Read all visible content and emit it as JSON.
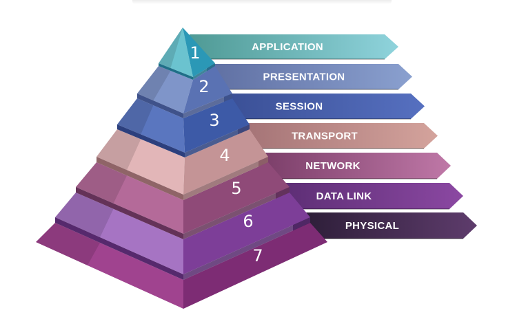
{
  "diagram": {
    "layers": [
      {
        "number": "1",
        "label": "APPLICATION",
        "colors": {
          "light": "#6bc3cf",
          "mid": "#2b98b6",
          "dark": "#1f6f88",
          "banner_from": "#4f9a95",
          "banner_to": "#8fd3dc"
        }
      },
      {
        "number": "2",
        "label": "PRESENTATION",
        "colors": {
          "light": "#7f95c9",
          "mid": "#5a72b3",
          "dark": "#3f528a",
          "banner_from": "#5f6fa2",
          "banner_to": "#8aa0cf"
        }
      },
      {
        "number": "3",
        "label": "SESSION",
        "colors": {
          "light": "#5a76bf",
          "mid": "#3d5aa7",
          "dark": "#2c3f7d",
          "banner_from": "#3a4f95",
          "banner_to": "#5670c0"
        }
      },
      {
        "number": "4",
        "label": "TRANSPORT",
        "colors": {
          "light": "#e2b6b8",
          "mid": "#c49496",
          "dark": "#8f6467",
          "banner_from": "#a37275",
          "banner_to": "#d4a39c"
        }
      },
      {
        "number": "5",
        "label": "NETWORK",
        "colors": {
          "light": "#b46a99",
          "mid": "#8f4a78",
          "dark": "#643258",
          "banner_from": "#7a3d68",
          "banner_to": "#bf78a7"
        }
      },
      {
        "number": "6",
        "label": "DATA LINK",
        "colors": {
          "light": "#a674c3",
          "mid": "#7d3e98",
          "dark": "#56296d",
          "banner_from": "#5b2d73",
          "banner_to": "#8b48a2"
        }
      },
      {
        "number": "7",
        "label": "PHYSICAL",
        "colors": {
          "light": "#a0438f",
          "mid": "#7d2c74",
          "dark": "#4f1a4c",
          "banner_from": "#2a1c35",
          "banner_to": "#5e3c6c"
        }
      }
    ]
  }
}
